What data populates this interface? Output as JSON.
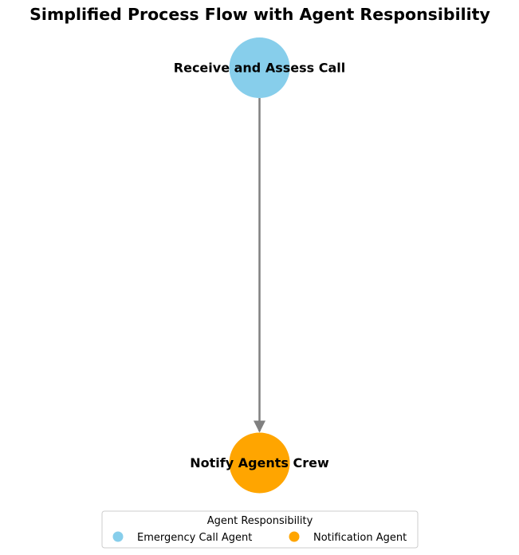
{
  "title": "Simplified Process Flow with Agent Responsibility",
  "nodes": [
    {
      "label": "Receive and Assess Call",
      "agent": "Emergency Call Agent",
      "color": "#87CEEB"
    },
    {
      "label": "Notify Agents Crew",
      "agent": "Notification Agent",
      "color": "#FFA500"
    }
  ],
  "edges": [
    {
      "from": "Receive and Assess Call",
      "to": "Notify Agents Crew",
      "color": "#808080"
    }
  ],
  "legend": {
    "title": "Agent Responsibility",
    "items": [
      {
        "label": "Emergency Call Agent",
        "color": "#87CEEB"
      },
      {
        "label": "Notification Agent",
        "color": "#FFA500"
      }
    ]
  }
}
